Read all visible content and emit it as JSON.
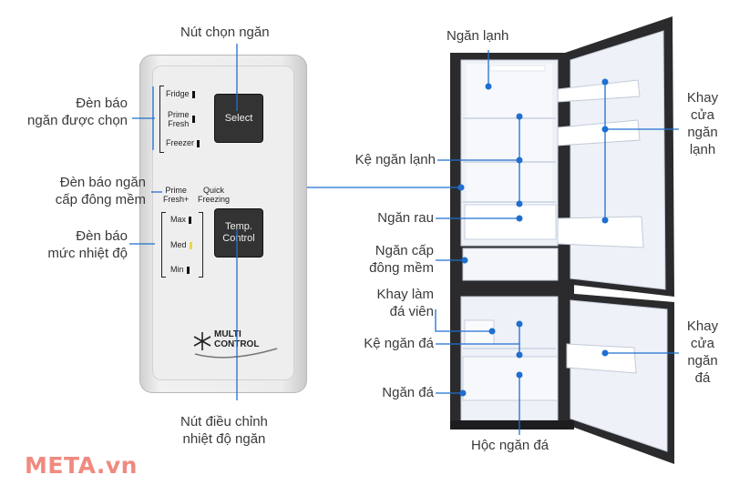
{
  "labels": {
    "select_button_title": "Nút chọn ngăn",
    "indicator_selected": [
      "Đèn báo",
      "ngăn được chọn"
    ],
    "indicator_soft_freeze": [
      "Đèn báo ngăn",
      "cấp đông mềm"
    ],
    "indicator_temp": [
      "Đèn báo",
      "mức nhiệt độ"
    ],
    "temp_button_title": [
      "Nút điều chỉnh",
      "nhiệt độ ngăn"
    ],
    "fridge_compartment": "Ngăn lạnh",
    "fridge_shelf": "Kệ ngăn lạnh",
    "vegetable_drawer": "Ngăn rau",
    "soft_freeze_compartment": [
      "Ngăn cấp",
      "đông mềm"
    ],
    "ice_tray": [
      "Khay làm",
      "đá viên"
    ],
    "freezer_shelf": "Kệ ngăn đá",
    "freezer_compartment": "Ngăn đá",
    "freezer_drawer": "Hộc ngăn đá",
    "fridge_door_tray": [
      "Khay",
      "cửa",
      "ngăn",
      "lạnh"
    ],
    "freezer_door_tray": [
      "Khay",
      "cửa",
      "ngăn",
      "đá"
    ]
  },
  "panel": {
    "fridge": "Fridge",
    "prime_fresh": [
      "Prime",
      "Fresh"
    ],
    "freezer": "Freezer",
    "select": "Select",
    "prime_fresh_plus": [
      "Prime",
      "Fresh+"
    ],
    "quick_freezing": [
      "Quick",
      "Freezing"
    ],
    "max": "Max",
    "med": "Med",
    "min": "Min",
    "temp_control": [
      "Temp.",
      "Control"
    ],
    "multi": "MULTI",
    "control": "CONTROL"
  },
  "brand": "META.vn",
  "colors": {
    "callout_line": "#1f6fd0",
    "callout_dot": "#1f6fd0",
    "brand": "#f08a80"
  }
}
